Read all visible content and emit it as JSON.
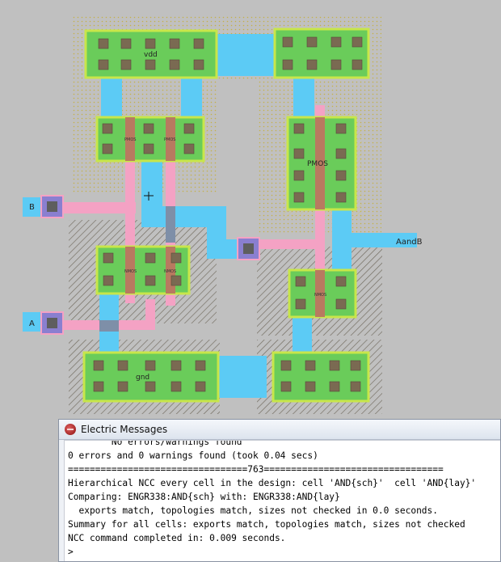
{
  "layout": {
    "title": "AND gate layout",
    "labels": {
      "vdd": "vdd",
      "gnd": "gnd",
      "pmos": "PMOS",
      "input_b": "B",
      "input_a": "A",
      "output": "AandB"
    },
    "transistor_labels": [
      "PMOS",
      "PMOS",
      "NMOS",
      "NMOS",
      "NMOS"
    ],
    "colors": {
      "background": "#c0c0c0",
      "metal1": "#5ccbf5",
      "poly": "#f4a2c4",
      "active": "#6acc5a",
      "contact": "#7a6a52",
      "contact_frame": "#8a7fd0"
    }
  },
  "messages_window": {
    "title": "Electric Messages",
    "icon": "electric-app-icon",
    "lines": [
      "        No errors/warnings found",
      "0 errors and 0 warnings found (took 0.04 secs)",
      "=================================763=================================",
      "Hierarchical NCC every cell in the design: cell 'AND{sch}'  cell 'AND{lay}'",
      "Comparing: ENGR338:AND{sch} with: ENGR338:AND{lay}",
      "  exports match, topologies match, sizes not checked in 0.0 seconds.",
      "Summary for all cells: exports match, topologies match, sizes not checked",
      "NCC command completed in: 0.009 seconds.",
      "",
      ">"
    ]
  }
}
